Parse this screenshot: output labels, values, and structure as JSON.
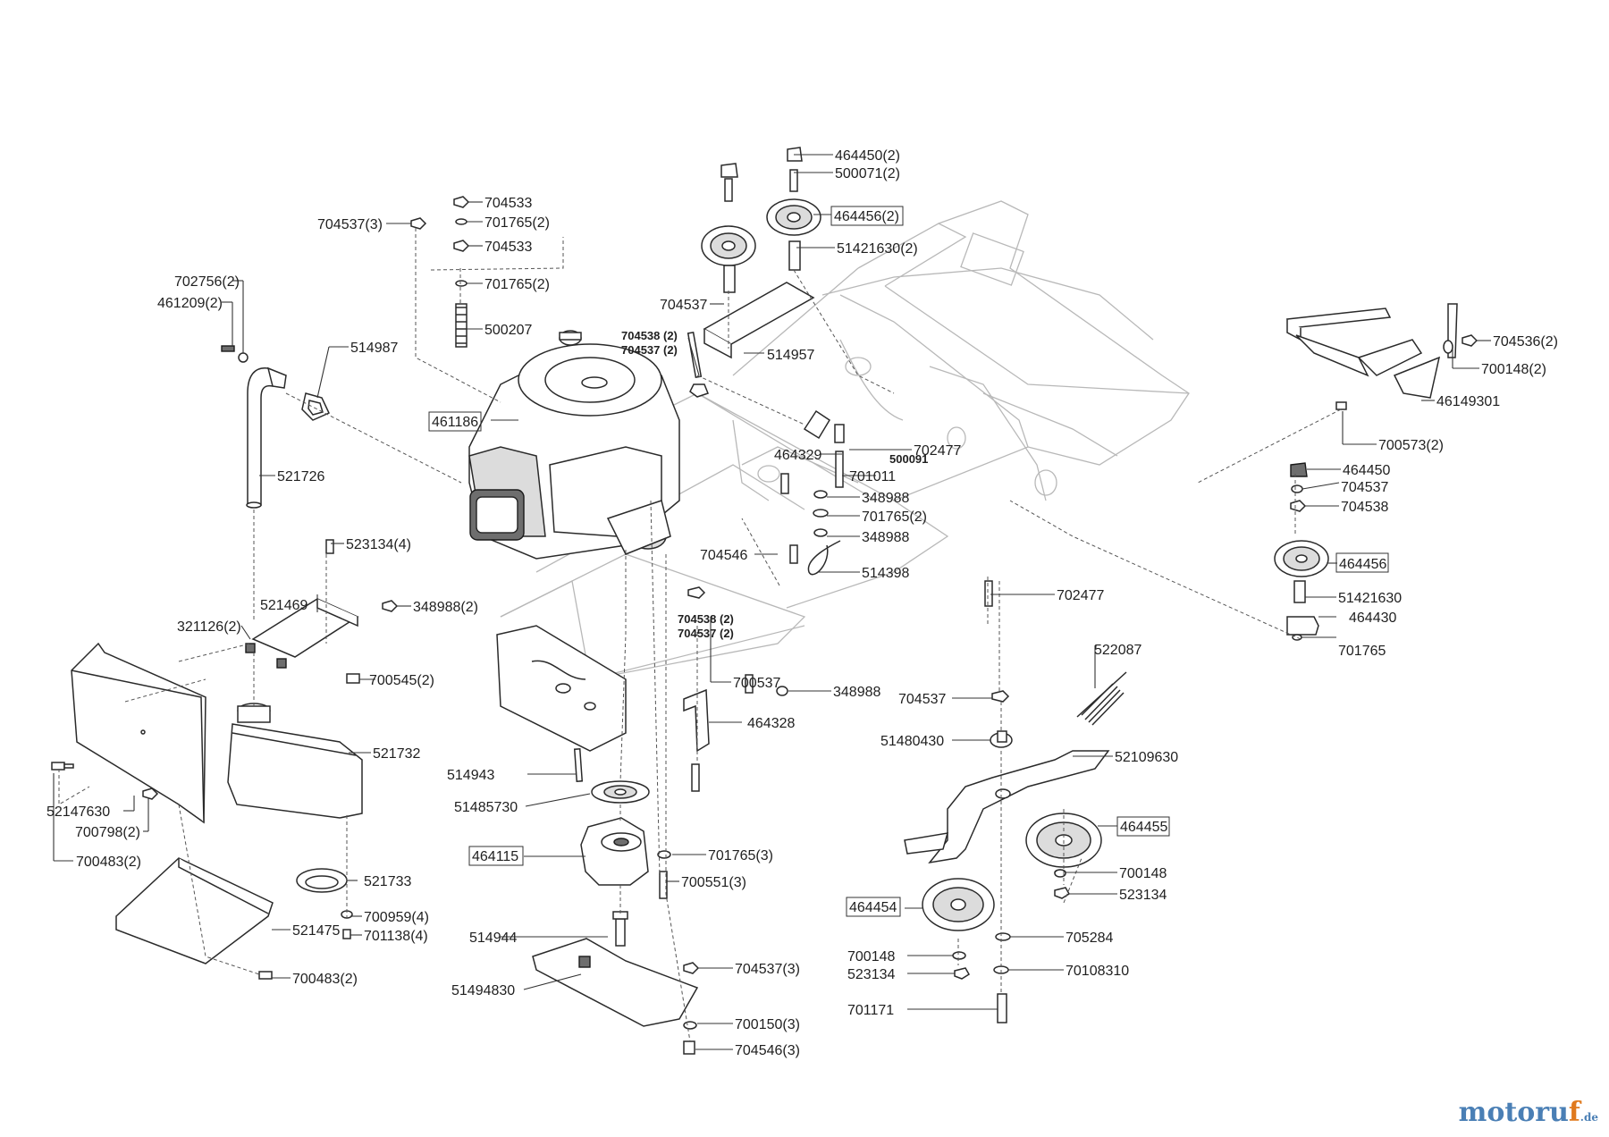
{
  "logo": {
    "main": "motoru",
    "accent": "f",
    "suffix": ".de"
  },
  "colors": {
    "logo_blue": "#4a7fb5",
    "logo_orange": "#e07a1e",
    "line": "#2a2a2a",
    "frame": "#b8b8b8"
  },
  "labels": {
    "p464450_2": "464450(2)",
    "p500071_2": "500071(2)",
    "p464456_2": "464456(2)",
    "p51421630_2": "51421630(2)",
    "p704533a": "704533",
    "p701765_2a": "701765(2)",
    "p704533b": "704533",
    "p704537_3": "704537(3)",
    "p702756_2": "702756(2)",
    "p461209_2": "461209(2)",
    "p701765_2b": "701765(2)",
    "p500207": "500207",
    "p514987": "514987",
    "p704537a": "704537",
    "p704538_2a": "704538 (2)",
    "p704537_2a": "704537 (2)",
    "p514957": "514957",
    "p461186": "461186",
    "p521726": "521726",
    "p464329": "464329",
    "p702477a": "702477",
    "p500091": "500091",
    "p701011": "701011",
    "p348988a": "348988",
    "p701765_2c": "701765(2)",
    "p348988b": "348988",
    "p704546": "704546",
    "p514398": "514398",
    "p523134_4": "523134(4)",
    "p521469": "521469",
    "p348988_2": "348988(2)",
    "p321126_2": "321126(2)",
    "p700545_2": "700545(2)",
    "p702477b": "702477",
    "p704538_2b": "704538 (2)",
    "p704537_2b": "704537 (2)",
    "p700537": "700537",
    "p348988c": "348988",
    "p464328": "464328",
    "p521732": "521732",
    "p514943": "514943",
    "p51485730": "51485730",
    "p52147630": "52147630",
    "p700798_2": "700798(2)",
    "p700483_2a": "700483(2)",
    "p464115": "464115",
    "p701765_3": "701765(3)",
    "p700551_3": "700551(3)",
    "p521733": "521733",
    "p700959_4": "700959(4)",
    "p701138_4": "701138(4)",
    "p521475": "521475",
    "p514944": "514944",
    "p700483_2b": "700483(2)",
    "p704537_3b": "704537(3)",
    "p51494830": "51494830",
    "p700150_3": "700150(3)",
    "p704546_3": "704546(3)",
    "p704536_2": "704536(2)",
    "p700148_2": "700148(2)",
    "p46149301": "46149301",
    "p700573_2": "700573(2)",
    "p464450": "464450",
    "p704537b": "704537",
    "p704538": "704538",
    "p464456": "464456",
    "p51421630": "51421630",
    "p464430": "464430",
    "p701765": "701765",
    "p522087": "522087",
    "p704537c": "704537",
    "p51480430": "51480430",
    "p52109630": "52109630",
    "p464455": "464455",
    "p700148a": "700148",
    "p523134a": "523134",
    "p464454": "464454",
    "p705284": "705284",
    "p700148b": "700148",
    "p523134b": "523134",
    "p70108310": "70108310",
    "p701171": "701171"
  }
}
